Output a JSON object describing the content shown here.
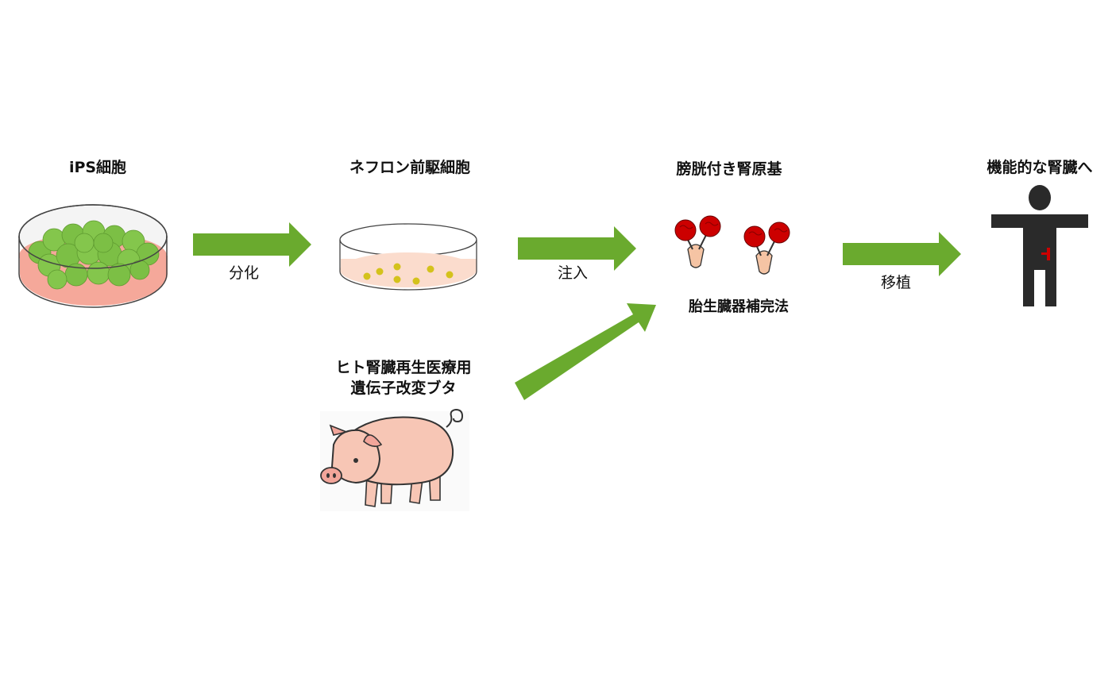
{
  "stages": {
    "ips": "iPS細胞",
    "nephron": "ネフロン前駆細胞",
    "bladder_kidney": "膀胱付き腎原基",
    "functional": "機能的な腎臓へ"
  },
  "pig": {
    "line1": "ヒト腎臓再生医療用",
    "line2": "遺伝子改変ブタ"
  },
  "steps": {
    "differentiation": "分化",
    "injection": "注入",
    "complementation": "胎生臓器補完法",
    "transplant": "移植"
  },
  "colors": {
    "arrow": "#6aaa2e",
    "ips_cell": "#7cbf45",
    "dish_medium": "#f5a89a",
    "progenitor_dot": "#d4c21c",
    "kidney_red": "#cc0000",
    "bladder": "#f5c4a4",
    "human": "#2a2a2a",
    "pig_body": "#f7c6b5"
  }
}
